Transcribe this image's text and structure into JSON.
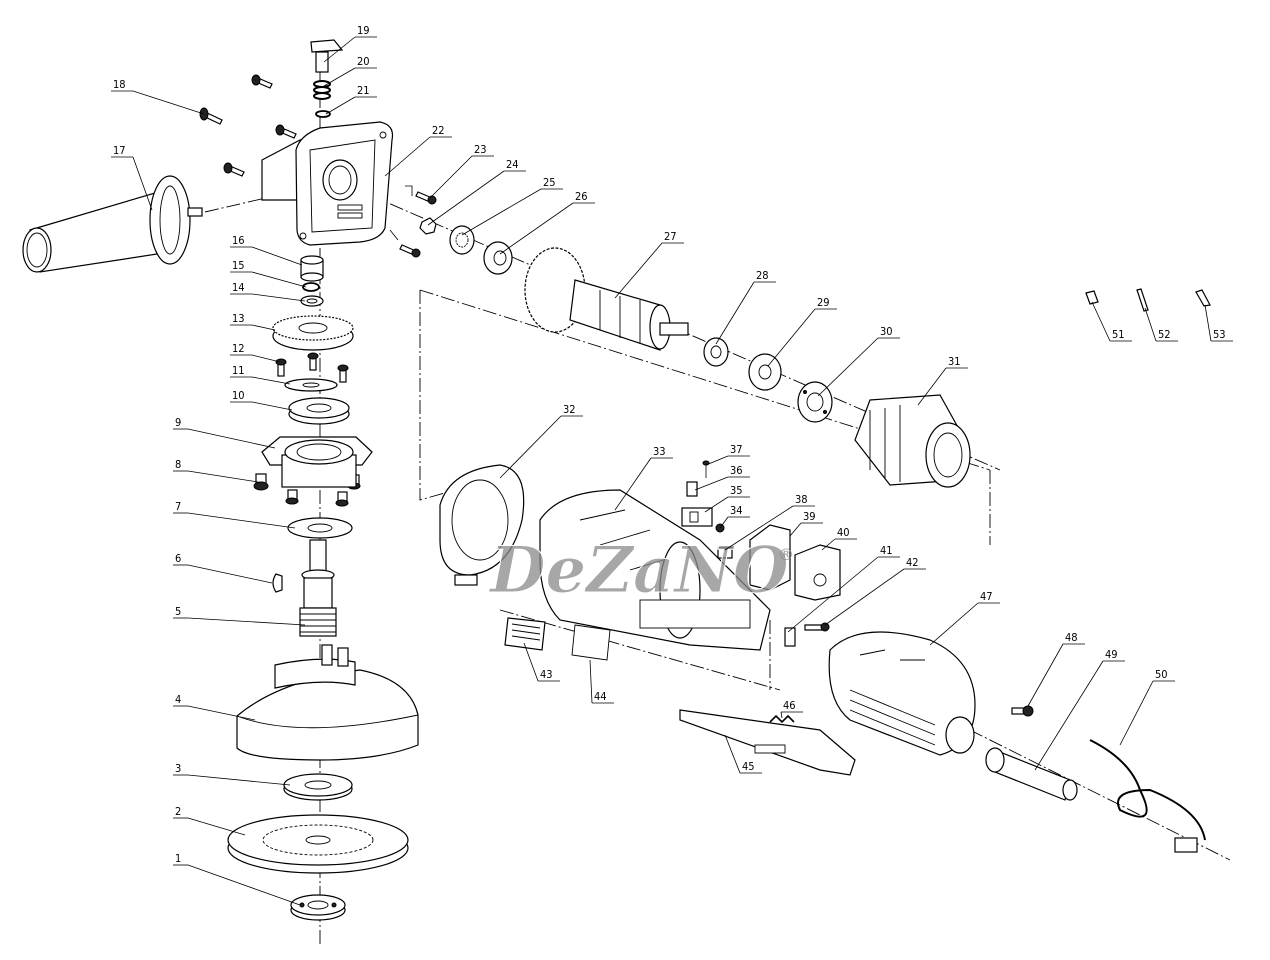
{
  "diagram": {
    "title": "Angle grinder exploded parts diagram",
    "watermark": "DeZaNO",
    "watermark_mark": "®",
    "part_labels": [
      "1",
      "2",
      "3",
      "4",
      "5",
      "6",
      "7",
      "8",
      "9",
      "10",
      "11",
      "12",
      "13",
      "14",
      "15",
      "16",
      "17",
      "18",
      "19",
      "20",
      "21",
      "22",
      "23",
      "24",
      "25",
      "26",
      "27",
      "28",
      "29",
      "30",
      "31",
      "32",
      "33",
      "34",
      "35",
      "36",
      "37",
      "38",
      "39",
      "40",
      "41",
      "42",
      "43",
      "44",
      "45",
      "46",
      "47",
      "48",
      "49",
      "50",
      "51",
      "52",
      "53"
    ]
  }
}
